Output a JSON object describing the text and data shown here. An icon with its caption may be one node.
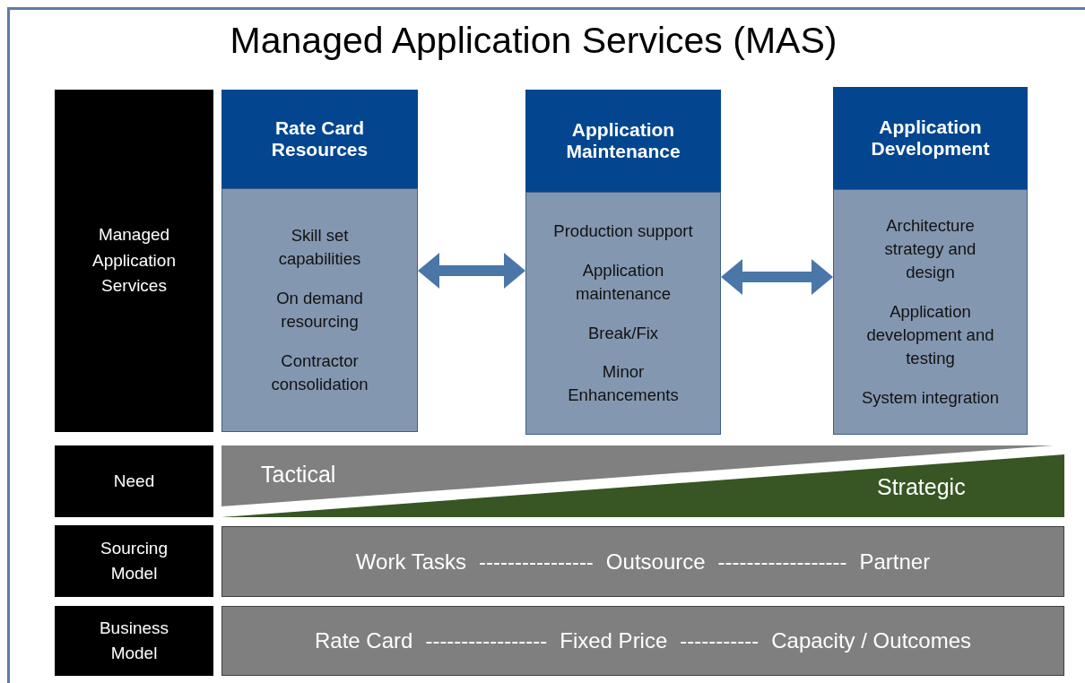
{
  "diagram": {
    "title": "Managed Application Services (MAS)",
    "nodes": [
      {
        "text": [
          "Managed Application Services"
        ]
      },
      {
        "text": [
          "Rate Card Resources",
          "Skill set capabilities",
          "On demand resourcing",
          "Contractor consolidation"
        ]
      },
      {
        "text": [
          "Application Maintenance",
          "Production support",
          "Application maintenance",
          "Break/Fix",
          "Minor Enhancements"
        ]
      },
      {
        "text": [
          "Application Development",
          "Architecture strategy and design",
          "Application development and testing",
          "System integration"
        ]
      },
      {
        "text": [
          "Need"
        ]
      },
      {
        "text": [
          "Tactical"
        ]
      },
      {
        "text": [
          "Strategic"
        ]
      },
      {
        "text": [
          "Sourcing Model"
        ]
      },
      {
        "text": [
          "Work Tasks",
          "----------------",
          "Outsource",
          "------------------",
          "Partner"
        ]
      },
      {
        "text": [
          "Business Model"
        ]
      },
      {
        "text": [
          "Rate Card",
          "-----------------",
          "Fixed Price",
          "-----------",
          "Capacity / Outcomes"
        ]
      }
    ],
    "edges": [
      {
        "from": 1,
        "to": 2,
        "arrow": "both"
      },
      {
        "from": 2,
        "to": 3,
        "arrow": "both"
      }
    ]
  }
}
